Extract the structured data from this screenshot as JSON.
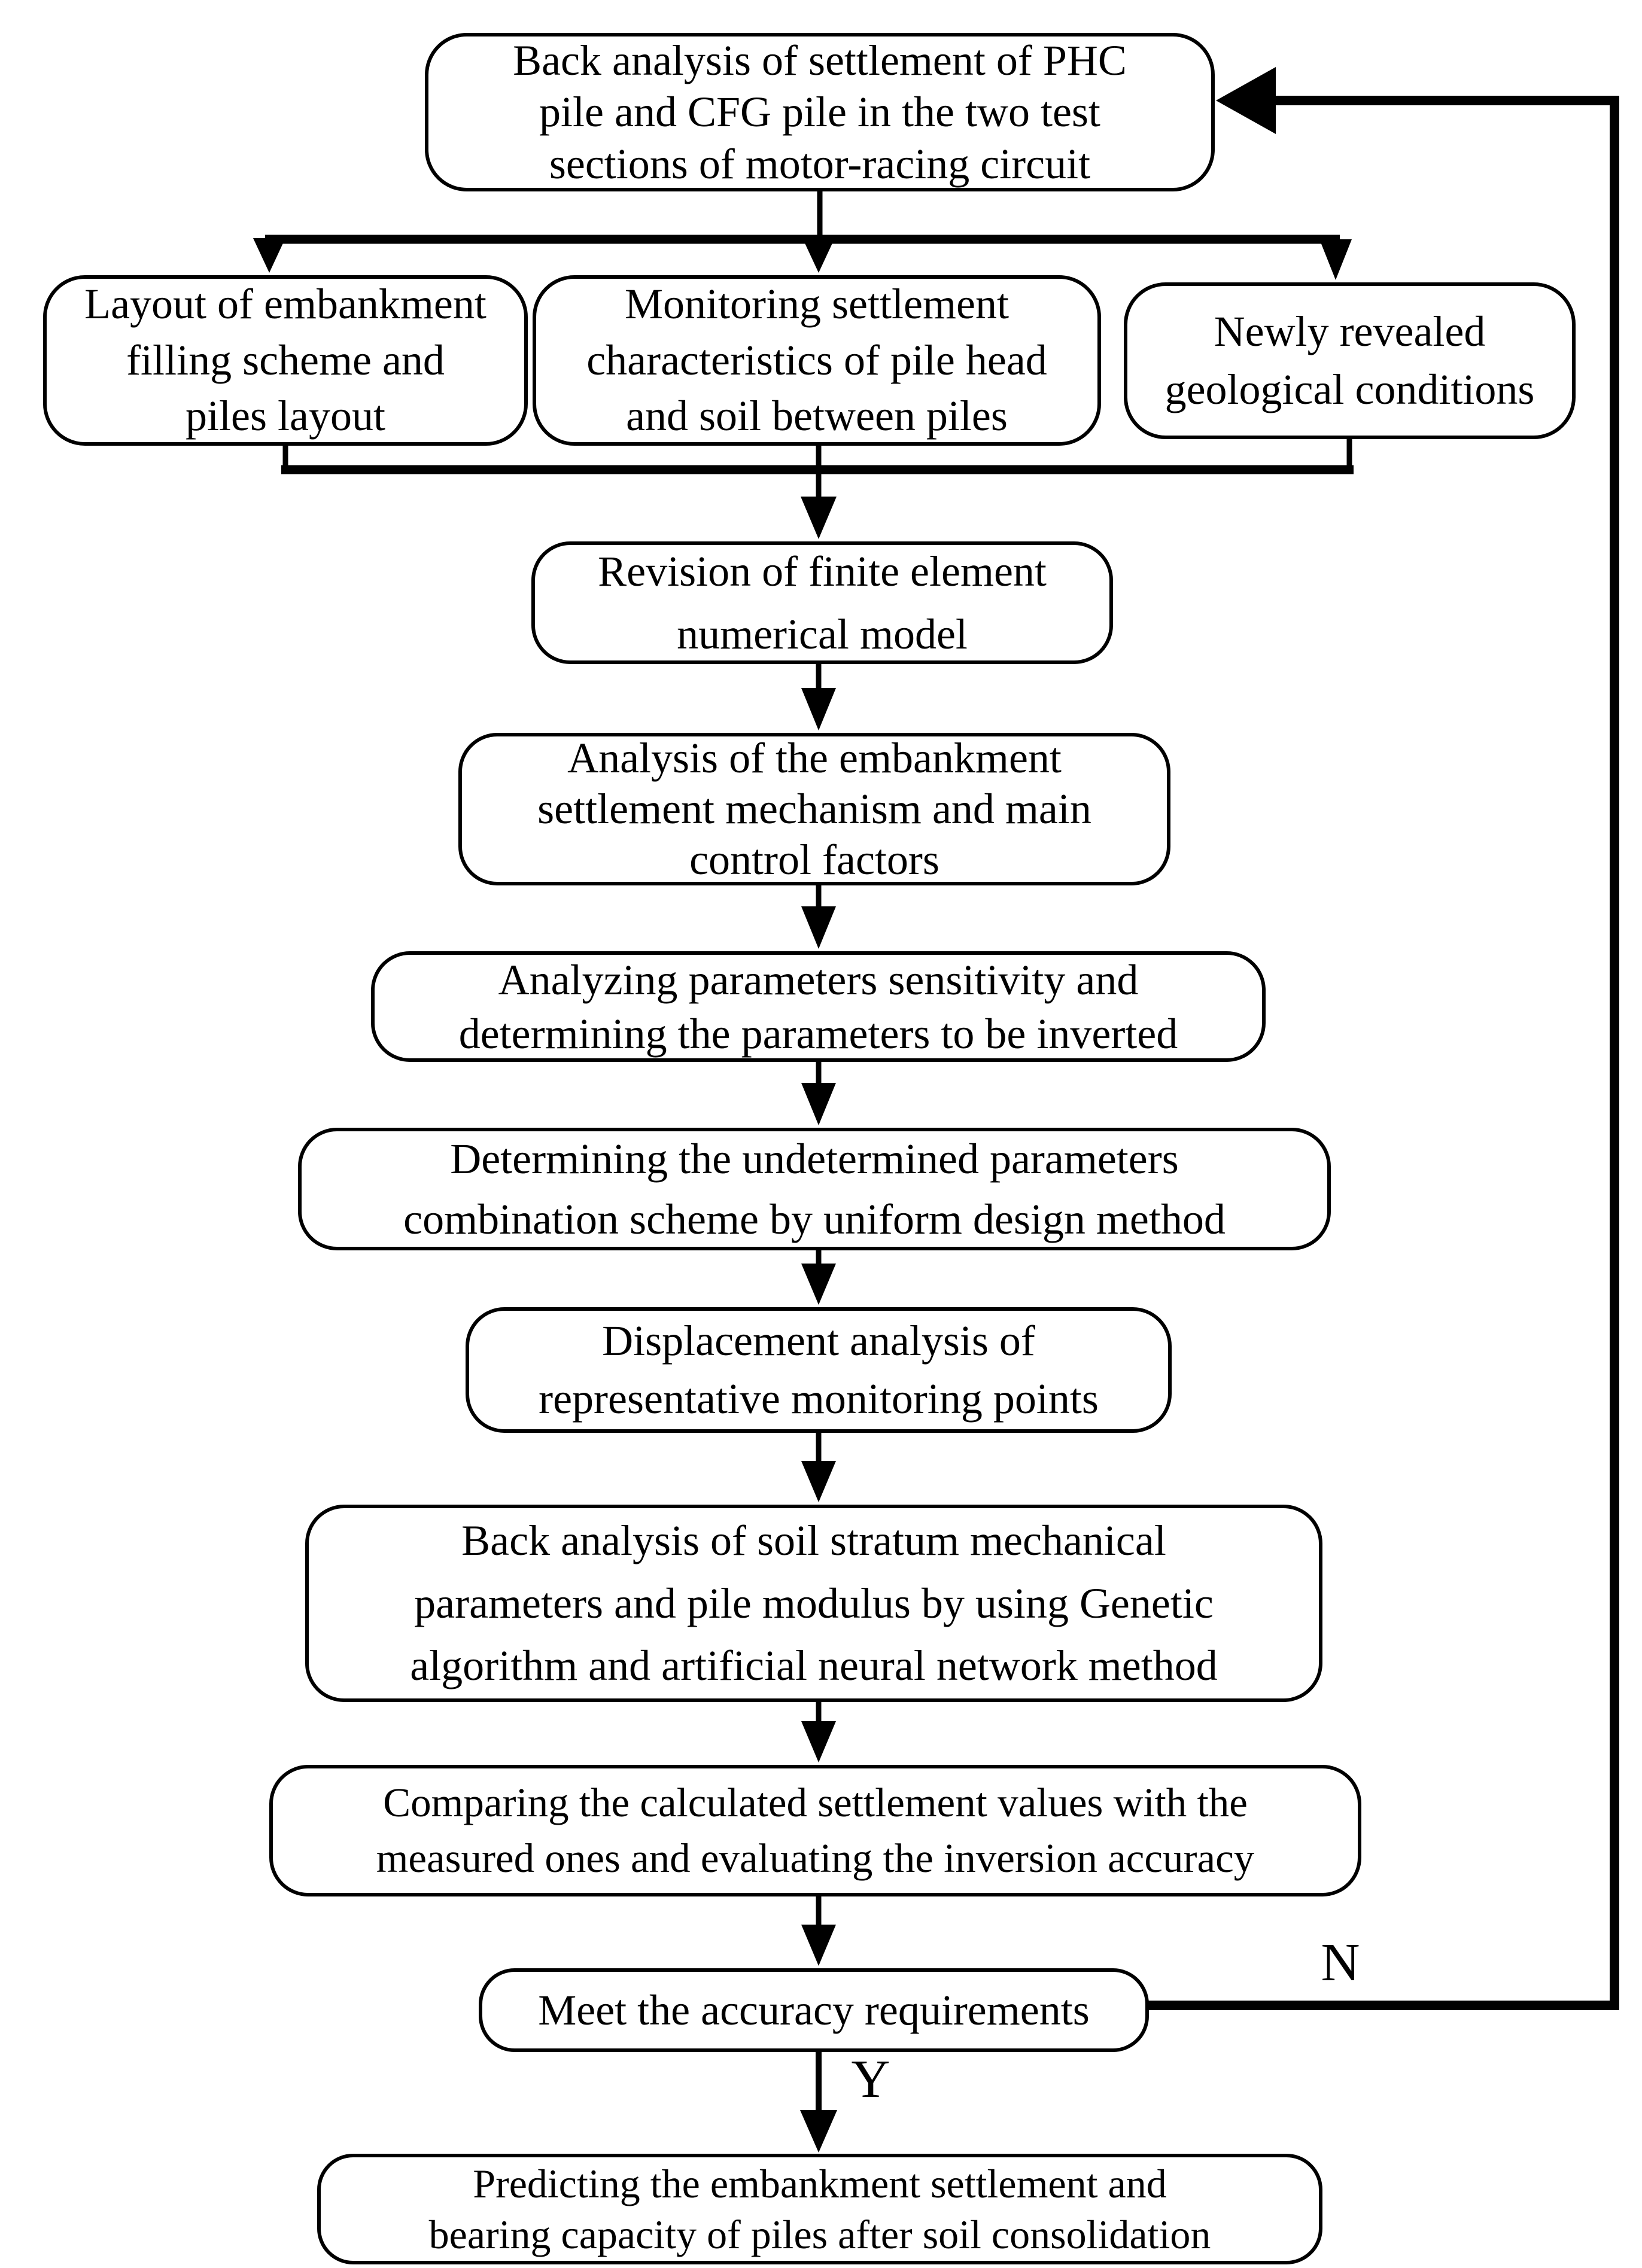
{
  "flowchart": {
    "nodes": {
      "start": {
        "text": "Back analysis of settlement of PHC\npile and CFG pile in the two test\nsections of motor-racing circuit"
      },
      "input_left": {
        "text": "Layout of embankment\nfilling scheme and\npiles layout"
      },
      "input_mid": {
        "text": "Monitoring settlement\ncharacteristics of pile head\nand soil between piles"
      },
      "input_right": {
        "text": "Newly revealed\ngeological conditions"
      },
      "revision": {
        "text": "Revision of finite element\nnumerical model"
      },
      "mechanism": {
        "text": "Analysis of the embankment\nsettlement mechanism and main\ncontrol factors"
      },
      "sensitivity": {
        "text": "Analyzing parameters sensitivity and\ndetermining the parameters to be inverted"
      },
      "uniform_design": {
        "text": "Determining the undetermined parameters\ncombination scheme by uniform design method"
      },
      "displacement": {
        "text": "Displacement analysis of\nrepresentative monitoring points"
      },
      "back_analysis": {
        "text": "Back analysis of soil stratum mechanical\nparameters and pile modulus by using Genetic\nalgorithm and artificial neural network method"
      },
      "comparison": {
        "text": "Comparing the calculated settlement values with the\nmeasured ones and evaluating the inversion accuracy"
      },
      "decision": {
        "text": "Meet the accuracy requirements"
      },
      "prediction": {
        "text": "Predicting the embankment settlement and\nbearing capacity of piles after soil consolidation"
      }
    },
    "branch_labels": {
      "no_branch": "N",
      "yes_branch": "Y"
    },
    "colors": {
      "line": "#000000",
      "background": "#ffffff",
      "box_fill": "#ffffff"
    }
  }
}
